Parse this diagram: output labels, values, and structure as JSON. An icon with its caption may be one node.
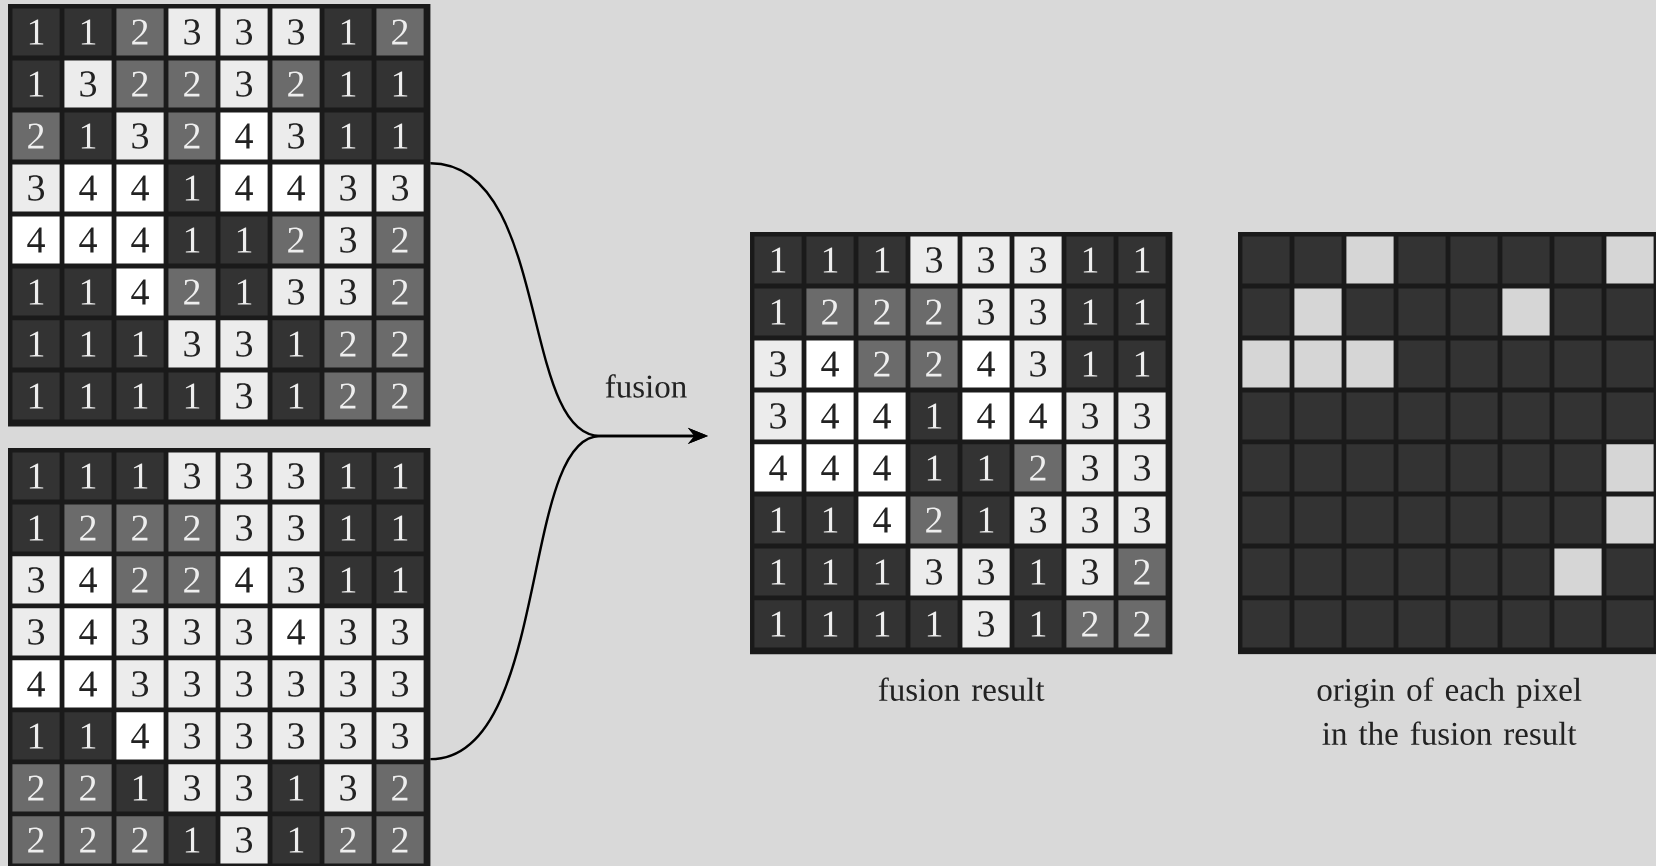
{
  "diagram": {
    "nodes": [
      {
        "text": [
          "1",
          "1",
          "2",
          "3",
          "3",
          "3",
          "1",
          "2",
          "1",
          "3",
          "2",
          "2",
          "3",
          "2",
          "1",
          "1",
          "2",
          "1",
          "3",
          "2",
          "4",
          "3",
          "1",
          "1",
          "3",
          "4",
          "4",
          "1",
          "4",
          "4",
          "3",
          "3",
          "4",
          "4",
          "4",
          "1",
          "1",
          "2",
          "3",
          "2",
          "1",
          "1",
          "4",
          "2",
          "1",
          "3",
          "3",
          "2",
          "1",
          "1",
          "1",
          "3",
          "3",
          "1",
          "2",
          "2",
          "1",
          "1",
          "1",
          "1",
          "3",
          "1",
          "2",
          "2"
        ]
      },
      {
        "text": [
          "1",
          "1",
          "1",
          "3",
          "3",
          "3",
          "1",
          "1",
          "1",
          "2",
          "2",
          "2",
          "3",
          "3",
          "1",
          "1",
          "3",
          "4",
          "2",
          "2",
          "4",
          "3",
          "1",
          "1",
          "3",
          "4",
          "3",
          "3",
          "3",
          "4",
          "3",
          "3",
          "4",
          "4",
          "3",
          "3",
          "3",
          "3",
          "3",
          "3",
          "1",
          "1",
          "4",
          "3",
          "3",
          "3",
          "3",
          "3",
          "2",
          "2",
          "1",
          "3",
          "3",
          "1",
          "3",
          "2",
          "2",
          "2",
          "2",
          "1",
          "3",
          "1",
          "2",
          "2"
        ]
      },
      {
        "text": [
          "1",
          "1",
          "1",
          "3",
          "3",
          "3",
          "1",
          "1",
          "1",
          "2",
          "2",
          "2",
          "3",
          "3",
          "1",
          "1",
          "3",
          "4",
          "2",
          "2",
          "4",
          "3",
          "1",
          "1",
          "3",
          "4",
          "4",
          "1",
          "4",
          "4",
          "3",
          "3",
          "4",
          "4",
          "4",
          "1",
          "1",
          "2",
          "3",
          "3",
          "1",
          "1",
          "4",
          "2",
          "1",
          "3",
          "3",
          "3",
          "1",
          "1",
          "1",
          "3",
          "3",
          "1",
          "3",
          "2",
          "1",
          "1",
          "1",
          "1",
          "3",
          "1",
          "2",
          "2"
        ],
        "beside": [
          "fusion result"
        ]
      },
      {
        "text": [],
        "shape": "box",
        "beside": [
          "origin of each pixel in the fusion result"
        ]
      }
    ],
    "edges": [
      {
        "from": 0,
        "to": 2,
        "arrow": "to",
        "label": "fusion"
      },
      {
        "from": 1,
        "to": 2,
        "arrow": "to"
      }
    ]
  }
}
